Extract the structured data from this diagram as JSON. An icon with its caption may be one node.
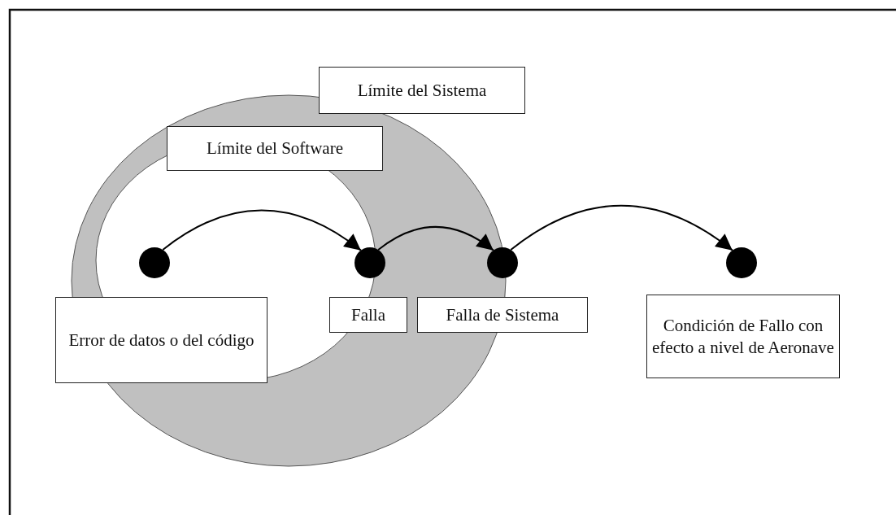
{
  "diagram": {
    "nodes": [
      {
        "text": [
          "Límite del Sistema"
        ]
      },
      {
        "text": [
          "Límite del Software"
        ]
      },
      {
        "text": [],
        "shape": "circle"
      },
      {
        "text": [],
        "shape": "circle"
      },
      {
        "text": [],
        "shape": "circle"
      },
      {
        "text": [],
        "shape": "circle"
      },
      {
        "text": [
          "Error de datos o del código"
        ]
      },
      {
        "text": [
          "Falla"
        ]
      },
      {
        "text": [
          "Falla de Sistema"
        ]
      },
      {
        "text": [
          "Condición de Fallo con efecto a nivel de Aeronave"
        ]
      }
    ],
    "edges": [
      {
        "from": 2,
        "to": 3,
        "arrow": "to"
      },
      {
        "from": 3,
        "to": 4,
        "arrow": "to"
      },
      {
        "from": 4,
        "to": 5,
        "arrow": "to"
      }
    ]
  }
}
